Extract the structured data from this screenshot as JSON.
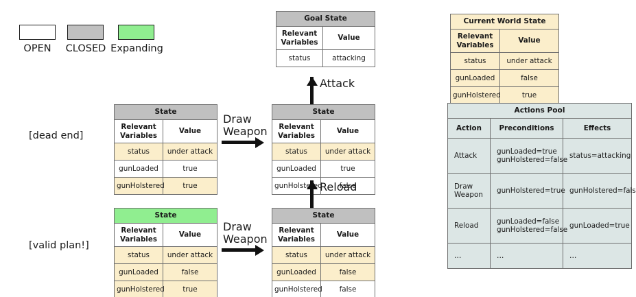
{
  "legend": {
    "items": [
      {
        "label": "OPEN",
        "fill": "#ffffff"
      },
      {
        "label": "CLOSED",
        "fill": "#c0c0c0"
      },
      {
        "label": "Expanding",
        "fill": "#90ee90"
      }
    ]
  },
  "goal_state": {
    "title": "Goal State",
    "headers": [
      "Relevant\nVariables",
      "Value"
    ],
    "header_var": "Relevant Variables",
    "header_val": "Value",
    "rows": [
      {
        "variable": "status",
        "value": "attacking",
        "fill": "#ffffff"
      }
    ]
  },
  "current_world_state": {
    "title": "Current World State",
    "header_var": "Relevant Variables",
    "header_val": "Value",
    "rows": [
      {
        "variable": "status",
        "value": "under attack",
        "fill": "#fbeecb"
      },
      {
        "variable": "gunLoaded",
        "value": "false",
        "fill": "#fbeecb"
      },
      {
        "variable": "gunHolstered",
        "value": "true",
        "fill": "#fbeecb"
      }
    ]
  },
  "states": {
    "top_left": {
      "title": "State",
      "header_var": "Relevant Variables",
      "header_val": "Value",
      "status": "CLOSED",
      "rows": [
        {
          "variable": "status",
          "value": "under attack",
          "fill": "#fbeecb"
        },
        {
          "variable": "gunLoaded",
          "value": "true",
          "fill": "#ffffff"
        },
        {
          "variable": "gunHolstered",
          "value": "true",
          "fill": "#fbeecb"
        }
      ]
    },
    "top_middle": {
      "title": "State",
      "header_var": "Relevant Variables",
      "header_val": "Value",
      "status": "CLOSED",
      "rows": [
        {
          "variable": "status",
          "value": "under attack",
          "fill": "#fbeecb"
        },
        {
          "variable": "gunLoaded",
          "value": "true",
          "fill": "#ffffff"
        },
        {
          "variable": "gunHolstered",
          "value": "false",
          "fill": "#ffffff"
        }
      ]
    },
    "bottom_left": {
      "title": "State",
      "header_var": "Relevant Variables",
      "header_val": "Value",
      "status": "Expanding",
      "rows": [
        {
          "variable": "status",
          "value": "under attack",
          "fill": "#fbeecb"
        },
        {
          "variable": "gunLoaded",
          "value": "false",
          "fill": "#fbeecb"
        },
        {
          "variable": "gunHolstered",
          "value": "true",
          "fill": "#fbeecb"
        }
      ]
    },
    "bottom_middle": {
      "title": "State",
      "header_var": "Relevant Variables",
      "header_val": "Value",
      "status": "CLOSED",
      "rows": [
        {
          "variable": "status",
          "value": "under attack",
          "fill": "#fbeecb"
        },
        {
          "variable": "gunLoaded",
          "value": "false",
          "fill": "#fbeecb"
        },
        {
          "variable": "gunHolstered",
          "value": "false",
          "fill": "#ffffff"
        }
      ]
    }
  },
  "actions_pool": {
    "title": "Actions Pool",
    "headers": [
      "Action",
      "Preconditions",
      "Effects"
    ],
    "h_action": "Action",
    "h_pre": "Preconditions",
    "h_eff": "Effects",
    "rows": [
      {
        "action": "Attack",
        "preconditions": "gunLoaded=true\ngunHolstered=false",
        "effects": "status=attacking"
      },
      {
        "action": "Draw\nWeapon",
        "preconditions": "gunHolstered=true",
        "effects": "gunHolstered=false"
      },
      {
        "action": "Reload",
        "preconditions": "gunLoaded=false\ngunHolstered=false",
        "effects": "gunLoaded=true"
      },
      {
        "action": "…",
        "preconditions": "…",
        "effects": "…"
      }
    ]
  },
  "edges": {
    "attack": "Attack",
    "reload": "Reload",
    "draw_weapon_top": "Draw\nWeapon",
    "draw_weapon_bottom": "Draw\nWeapon"
  },
  "notes": {
    "dead_end": "[dead end]",
    "valid_plan": "[valid plan!]"
  },
  "colors": {
    "closed": "#c0c0c0",
    "open": "#ffffff",
    "expanding": "#90ee90",
    "highlight": "#fbeecb",
    "actions": "#dce6e5",
    "ink": "#1a1a1a"
  }
}
